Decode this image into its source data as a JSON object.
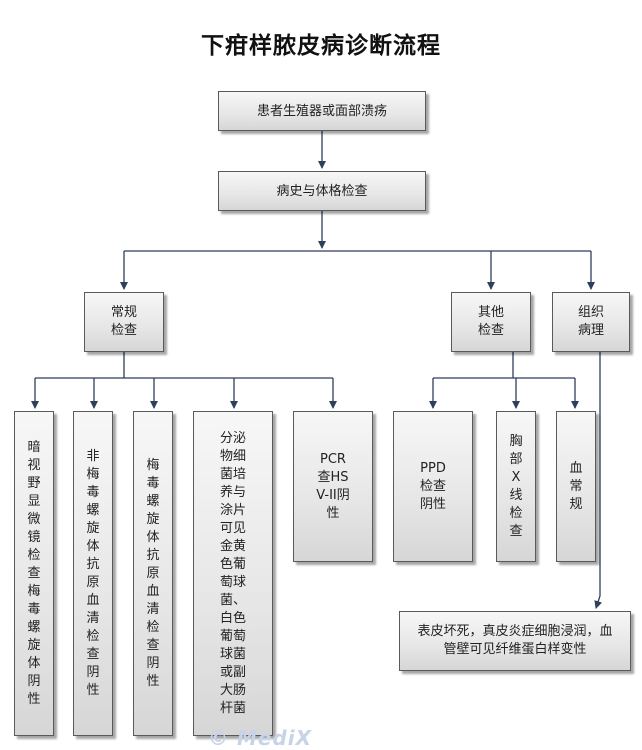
{
  "title": "下疳样脓皮病诊断流程",
  "nodes": {
    "ulcer": "患者生殖器或面部溃疡",
    "history": "病史与体格检查",
    "routine": "常规检查",
    "other": "其他检查",
    "tissue": "组织病理",
    "darkfield": "暗视野显微镜检查梅毒螺旋体阴性",
    "nontreponemal": "非梅毒螺旋体抗原血清检查阴性",
    "treponemal": "梅毒螺旋体抗原血清检查阴性",
    "culture": "分泌物细菌培养与涂片可见金黄色葡萄球菌、白色葡萄球菌或副大肠杆菌",
    "pcr": "PCR查HSV-II阴性",
    "ppd": "PPD检查阴性",
    "xray": "胸部X线检查",
    "blood": "血常规",
    "pathology": "表皮坏死，真皮炎症细胞浸润，血管壁可见纤维蛋白样变性"
  },
  "watermark": "© MediX",
  "colors": {
    "line": "#2e3f5c",
    "box_border": "#5a5a5a"
  }
}
